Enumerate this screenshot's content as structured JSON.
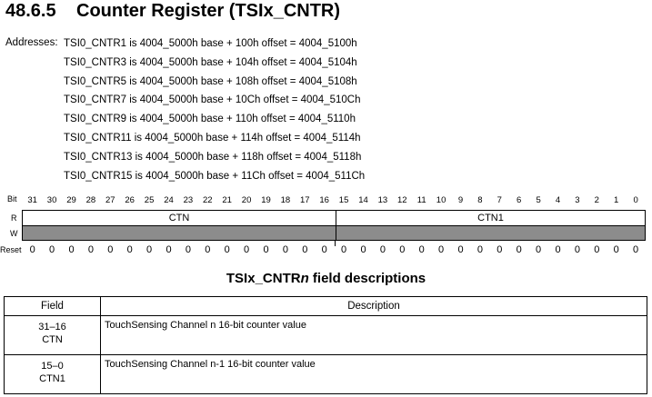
{
  "header": {
    "section_number": "48.6.5",
    "section_title": "Counter Register (TSIx_CNTR)"
  },
  "addresses": {
    "label": "Addresses:",
    "lines": [
      "TSI0_CNTR1 is 4004_5000h base + 100h offset = 4004_5100h",
      "TSI0_CNTR3 is 4004_5000h base + 104h offset = 4004_5104h",
      "TSI0_CNTR5 is 4004_5000h base + 108h offset = 4004_5108h",
      "TSI0_CNTR7 is 4004_5000h base + 10Ch offset = 4004_510Ch",
      "TSI0_CNTR9 is 4004_5000h base + 110h offset = 4004_5110h",
      "TSI0_CNTR11 is 4004_5000h base + 114h offset = 4004_5114h",
      "TSI0_CNTR13 is 4004_5000h base + 118h offset = 4004_5118h",
      "TSI0_CNTR15 is 4004_5000h base + 11Ch offset = 4004_511Ch"
    ]
  },
  "register": {
    "labels": {
      "bit": "Bit",
      "read": "R",
      "write": "W",
      "reset": "Reset"
    },
    "bits": [
      "31",
      "30",
      "29",
      "28",
      "27",
      "26",
      "25",
      "24",
      "23",
      "22",
      "21",
      "20",
      "19",
      "18",
      "17",
      "16",
      "15",
      "14",
      "13",
      "12",
      "11",
      "10",
      "9",
      "8",
      "7",
      "6",
      "5",
      "4",
      "3",
      "2",
      "1",
      "0"
    ],
    "reset_values": [
      "0",
      "0",
      "0",
      "0",
      "0",
      "0",
      "0",
      "0",
      "0",
      "0",
      "0",
      "0",
      "0",
      "0",
      "0",
      "0",
      "0",
      "0",
      "0",
      "0",
      "0",
      "0",
      "0",
      "0",
      "0",
      "0",
      "0",
      "0",
      "0",
      "0",
      "0",
      "0"
    ],
    "fields": [
      {
        "name": "CTN",
        "from_bit": 31,
        "to_bit": 16
      },
      {
        "name": "CTN1",
        "from_bit": 15,
        "to_bit": 0
      }
    ]
  },
  "field_descriptions": {
    "title_prefix": "TSIx_CNTR",
    "title_italic": "n",
    "title_suffix": " field descriptions",
    "col_field": "Field",
    "col_description": "Description",
    "rows": [
      {
        "bits": "31–16",
        "name": "CTN",
        "description": "TouchSensing Channel n 16-bit counter value"
      },
      {
        "bits": "15–0",
        "name": "CTN1",
        "description": "TouchSensing Channel n-1 16-bit counter value"
      }
    ]
  }
}
